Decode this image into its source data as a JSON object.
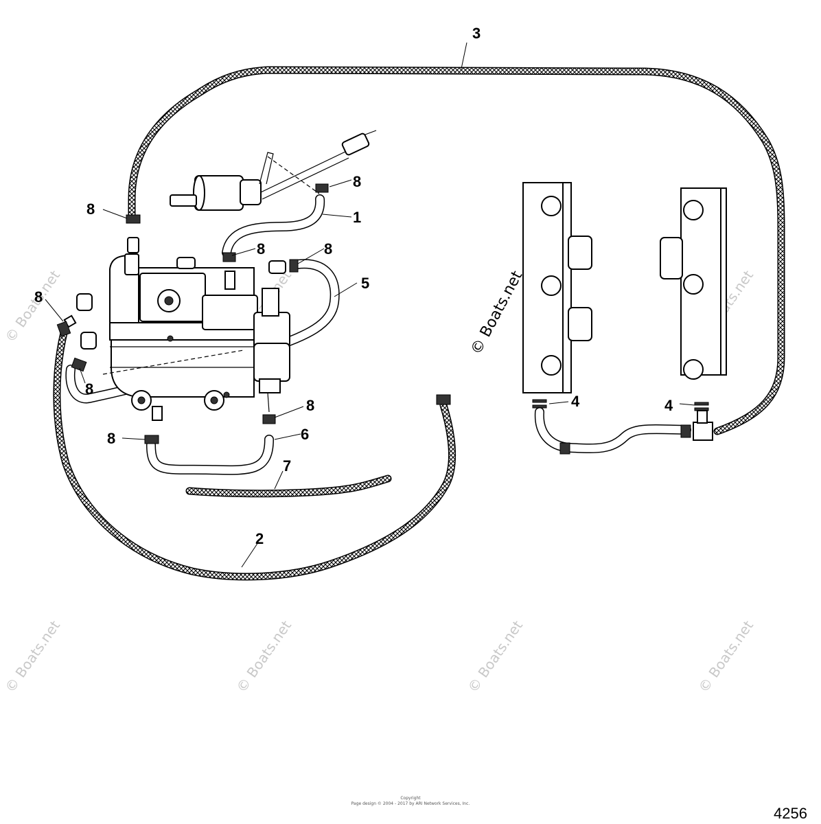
{
  "figure": {
    "callouts": {
      "c1": "1",
      "c2": "2",
      "c3": "3",
      "c4a": "4",
      "c4b": "4",
      "c5": "5",
      "c6": "6",
      "c7": "7",
      "c8a": "8",
      "c8b": "8",
      "c8c": "8",
      "c8d": "8",
      "c8e": "8",
      "c8f": "8",
      "c8g": "8",
      "c8h": "8"
    },
    "watermark_text": "© Boats.net",
    "copyright_line1": "Copyright",
    "copyright_line2": "Page design © 2004 - 2017 by ARI Network Services, Inc.",
    "figure_number": "4256"
  }
}
